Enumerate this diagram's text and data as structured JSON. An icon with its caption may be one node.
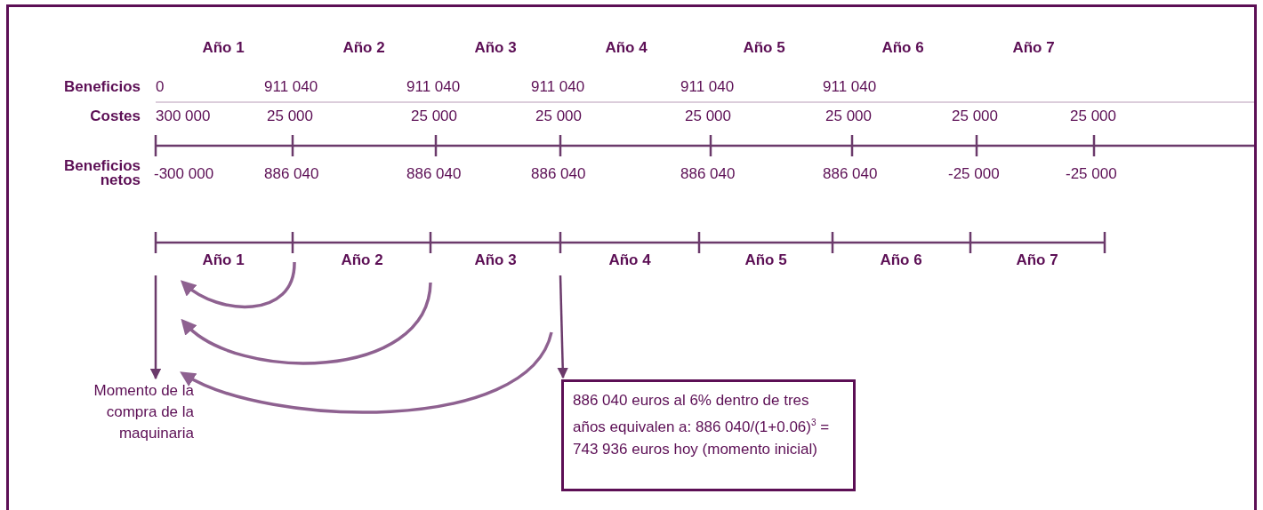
{
  "diagram": {
    "nodes": [
      {
        "text": [
          "Momento de la compra de la maquinaria"
        ]
      },
      {
        "text": [
          "886 040 euros al 6% dentro de tres años equivalen a: 886 040/(1+0.06)$^{3}$ = 743 936 euros hoy (momento inicial)"
        ]
      }
    ],
    "edges": [
      {
        "from": null,
        "to": 0,
        "arrow": "to"
      },
      {
        "from": null,
        "to": 1,
        "arrow": "to"
      },
      {
        "from": null,
        "to": 0,
        "arrow": "to",
        "color": "#8e6190"
      }
    ],
    "labels": [
      "Año 1",
      "Año 2",
      "Año 3",
      "Año 4",
      "Año 5",
      "Año 6",
      "Año 7",
      "Beneficios",
      "0",
      "911 040",
      "911 040",
      "911 040",
      "911 040",
      "911 040",
      "Costes",
      "300 000",
      "25 000",
      "25 000",
      "25 000",
      "25 000",
      "25 000",
      "25 000",
      "25 000",
      "Beneficios netos",
      "-300 000",
      "886 040",
      "886 040",
      "886 040",
      "886 040",
      "886 040",
      "-25 000",
      "-25 000",
      "Año 1",
      "Año 2",
      "Año 3",
      "Año 4",
      "Año 5",
      "Año 6",
      "Año 7"
    ]
  }
}
